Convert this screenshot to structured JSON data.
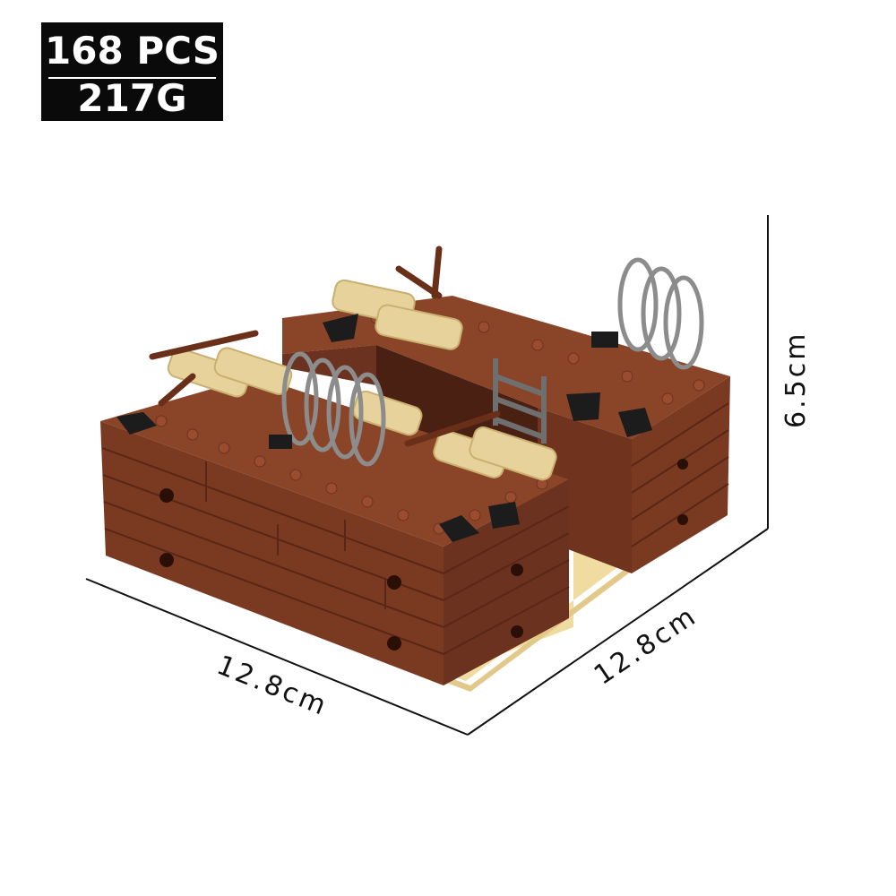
{
  "badge": {
    "pieces": "168 PCS",
    "weight": "217G"
  },
  "dimensions": {
    "width": "12.8cm",
    "depth": "12.8cm",
    "height": "6.5cm"
  },
  "colors": {
    "brick": "#7a3a22",
    "brick_dark": "#5e2a17",
    "brick_top": "#8a4428",
    "sand": "#e6d29a",
    "baseplate": "#f0dca0",
    "wire": "#8c8c8c",
    "black_part": "#1c1c1c",
    "line": "#111111"
  }
}
